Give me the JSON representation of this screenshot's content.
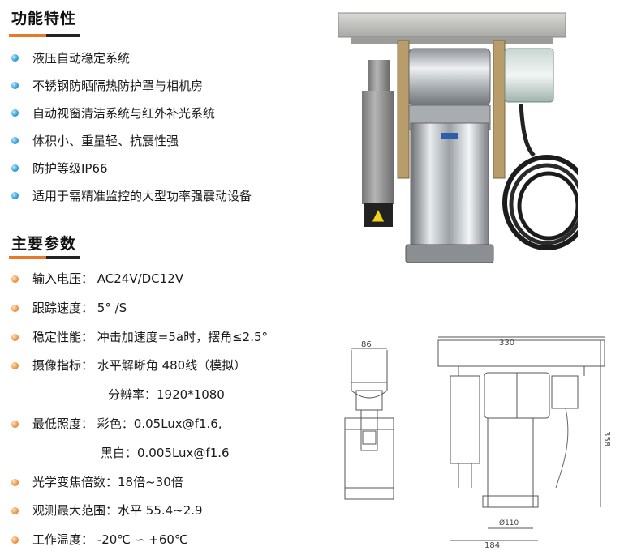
{
  "features": {
    "title": "功能特性",
    "items": [
      "液压自动稳定系统",
      "不锈钢防晒隔热防护罩与相机房",
      "自动视窗清洁系统与红外补光系统",
      "体积小、重量轻、抗震性强",
      "防护等级IP66",
      "适用于需精准监控的大型功率强震动设备"
    ]
  },
  "params": {
    "title": "主要参数",
    "items": [
      {
        "label": "输入电压：",
        "value": "AC24V/DC12V"
      },
      {
        "label": "跟踪速度：",
        "value": "5°  /S"
      },
      {
        "label": "稳定性能：",
        "value": "冲击加速度=5a时，摆角≤2.5°"
      },
      {
        "label": "摄像指标：",
        "value": "水平解晰角 480线（模拟）"
      },
      {
        "label": "",
        "value": "分辨率：1920*1080"
      },
      {
        "label": "最低照度：",
        "value": "彩色：0.05Lux@f1.6,"
      },
      {
        "label": "",
        "value": "黑白：0.005Lux@f1.6"
      },
      {
        "label": "光学变焦倍数：",
        "value": "18倍~30倍"
      },
      {
        "label": "观测最大范围：",
        "value": "水平 55.4~2.9"
      },
      {
        "label": "工作温度：",
        "value": "-20℃ ∽ +60℃"
      }
    ]
  },
  "drawing": {
    "dim_front_width": "86",
    "dim_top_width": "330",
    "dim_height": "358",
    "dim_cylinder_dia": "Ø110",
    "dim_base_width": "184"
  }
}
